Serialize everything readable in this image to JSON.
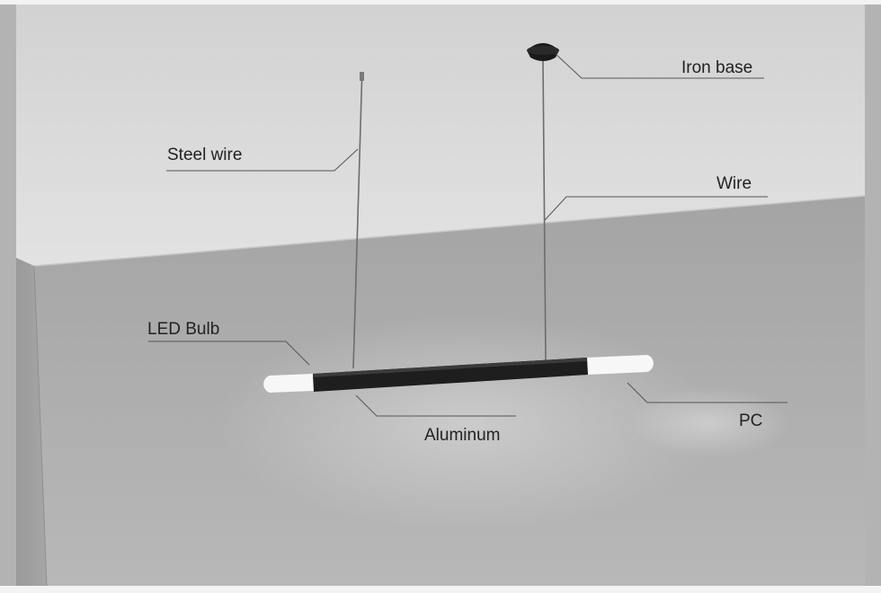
{
  "labels": {
    "iron_base": "Iron base",
    "steel_wire": "Steel wire",
    "wire": "Wire",
    "led_bulb": "LED Bulb",
    "aluminum": "Aluminum",
    "pc": "PC"
  },
  "colors": {
    "frame": "#b3b3b3",
    "ceiling": "#dadada",
    "wall_back": "#aeaeae",
    "wall_left": "#9f9f9f",
    "lamp_body": "#1e1e1e",
    "bulb": "#f7f7f7",
    "label_text": "#222222"
  }
}
